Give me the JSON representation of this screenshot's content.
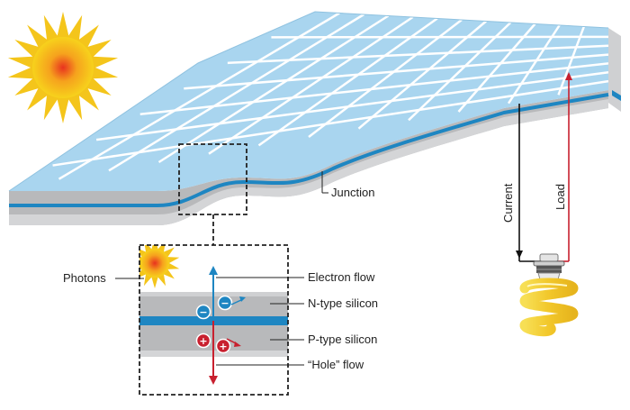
{
  "labels": {
    "junction": "Junction",
    "current": "Current",
    "load": "Load",
    "photons": "Photons",
    "electron_flow": "Electron flow",
    "n_type": "N-type silicon",
    "p_type": "P-type silicon",
    "hole_flow": "“Hole” flow"
  },
  "signs": {
    "electron": "−",
    "hole": "+"
  },
  "colors": {
    "panel_cell": "#a9d5ef",
    "panel_grid": "#ffffff",
    "junction_layer": "#1e86c2",
    "silicon": "#b8b9bb",
    "electron": "#1e86c2",
    "hole": "#c8202f",
    "sun": "#f4c51b",
    "bulb": "#f2d33a"
  },
  "icons": {
    "sun": "sun-icon",
    "bulb": "light-bulb-icon"
  }
}
